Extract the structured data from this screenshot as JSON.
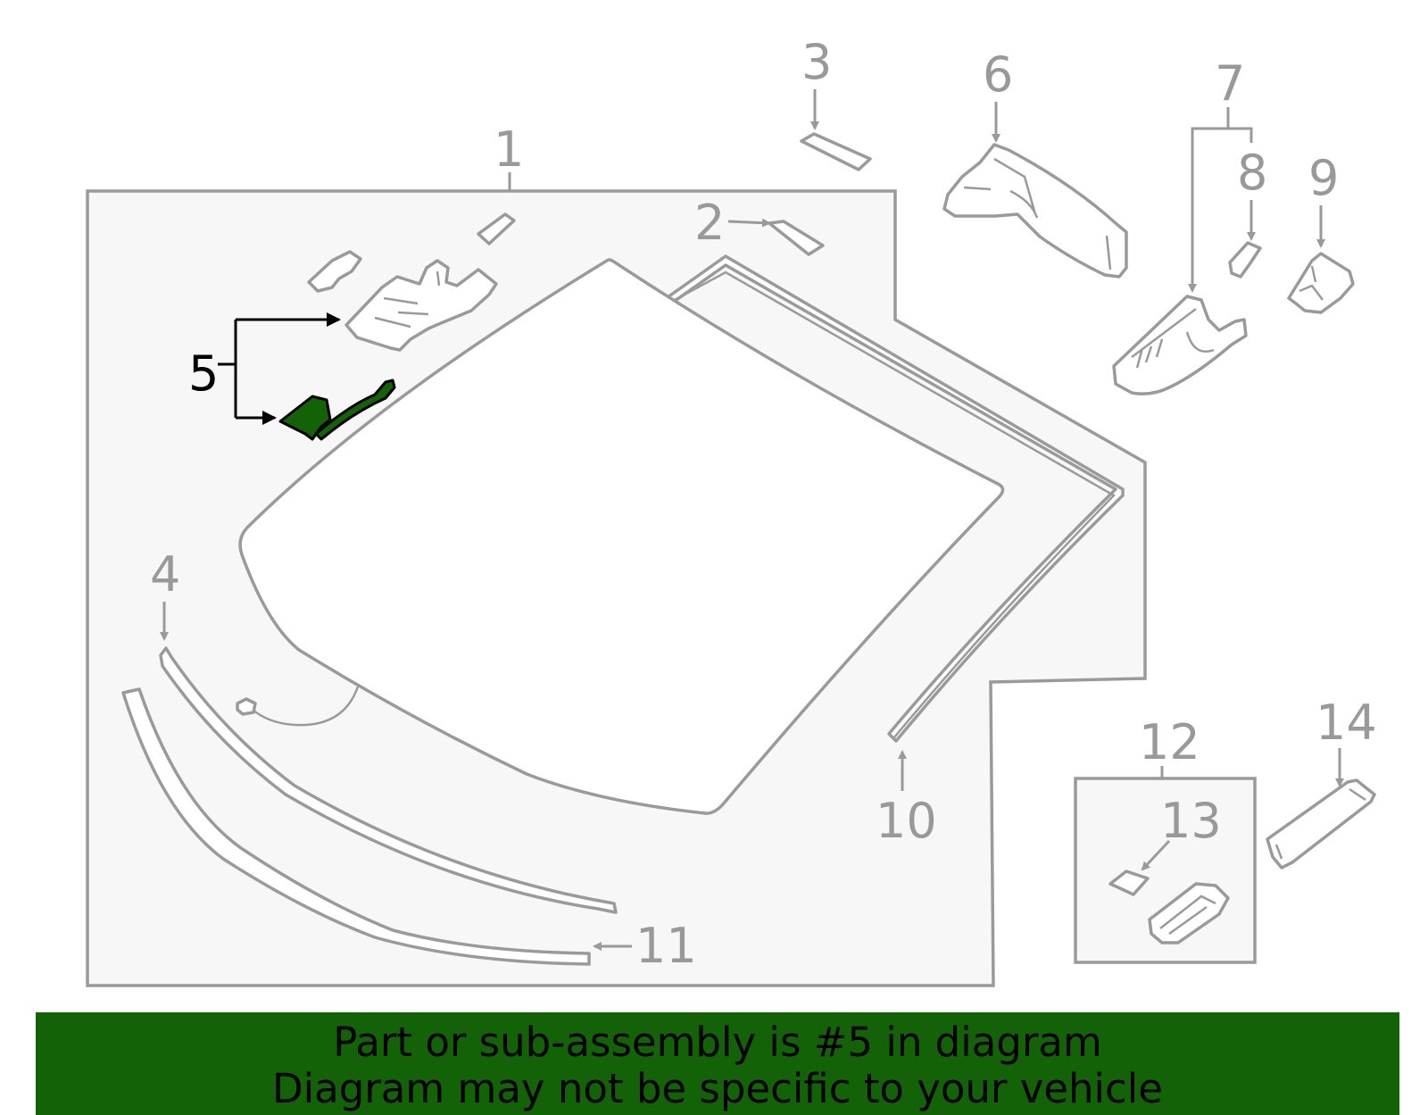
{
  "diagram": {
    "callouts": [
      "1",
      "2",
      "3",
      "4",
      "5",
      "6",
      "7",
      "8",
      "9",
      "10",
      "11",
      "12",
      "13",
      "14"
    ],
    "highlighted_part": "5",
    "highlight_color": "#136208",
    "line_color": "#9a9a9a"
  },
  "banner": {
    "line1": "Part or sub-assembly is #5 in diagram",
    "line2": "Diagram may not be specific to your vehicle",
    "background": "#136208"
  }
}
